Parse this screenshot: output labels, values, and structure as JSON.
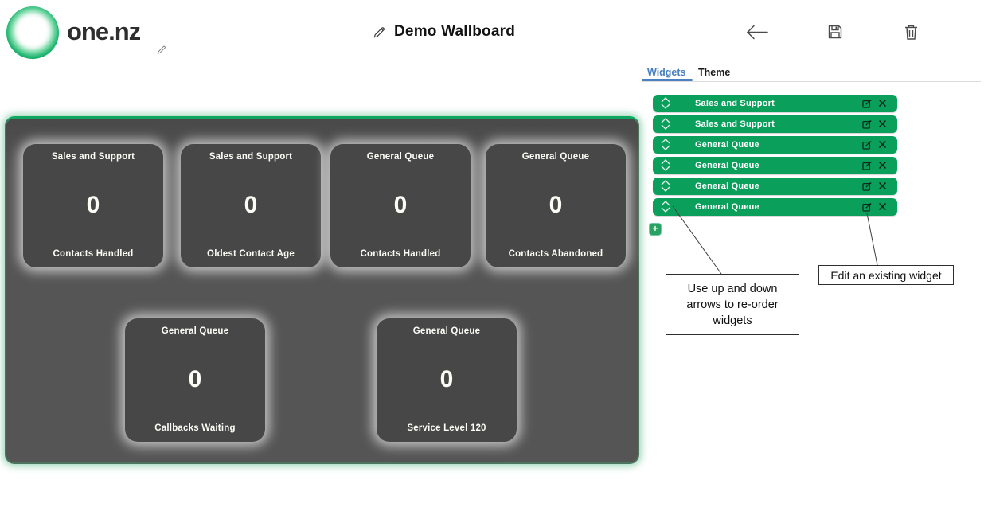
{
  "brand": {
    "logo_text": "one.nz"
  },
  "header": {
    "title": "Demo Wallboard"
  },
  "tabs": {
    "widgets": "Widgets",
    "theme": "Theme"
  },
  "widget_list": [
    {
      "label": "Sales and Support"
    },
    {
      "label": "Sales and Support"
    },
    {
      "label": "General Queue"
    },
    {
      "label": "General Queue"
    },
    {
      "label": "General Queue"
    },
    {
      "label": "General Queue"
    }
  ],
  "add_button": {
    "label": "+"
  },
  "wallboard": {
    "tiles": [
      {
        "queue": "Sales and Support",
        "value": "0",
        "metric": "Contacts Handled"
      },
      {
        "queue": "Sales and Support",
        "value": "0",
        "metric": "Oldest Contact Age"
      },
      {
        "queue": "General Queue",
        "value": "0",
        "metric": "Contacts Handled"
      },
      {
        "queue": "General Queue",
        "value": "0",
        "metric": "Contacts Abandoned"
      },
      {
        "queue": "General Queue",
        "value": "0",
        "metric": "Callbacks Waiting"
      },
      {
        "queue": "General Queue",
        "value": "0",
        "metric": "Service Level 120"
      }
    ]
  },
  "annotations": {
    "reorder": "Use up and down arrows to re-order widgets",
    "edit": "Edit an existing widget"
  },
  "icons": {
    "brand_edit": "pencil-icon",
    "title_edit": "pencil-icon",
    "back": "arrow-left-icon",
    "save": "floppy-disk-icon",
    "delete": "trash-icon",
    "move_up": "chevron-up-icon",
    "move_down": "chevron-down-icon",
    "row_edit": "edit-square-icon",
    "row_remove": "x-icon",
    "add": "plus-icon"
  },
  "colors": {
    "brand_green": "#0aa05c",
    "add_green": "#27a263",
    "tab_active_blue": "#4a7fc0",
    "wallboard_gray": "#555555",
    "tile_gray": "#474747",
    "wallboard_border_green": "#0ea75f"
  }
}
